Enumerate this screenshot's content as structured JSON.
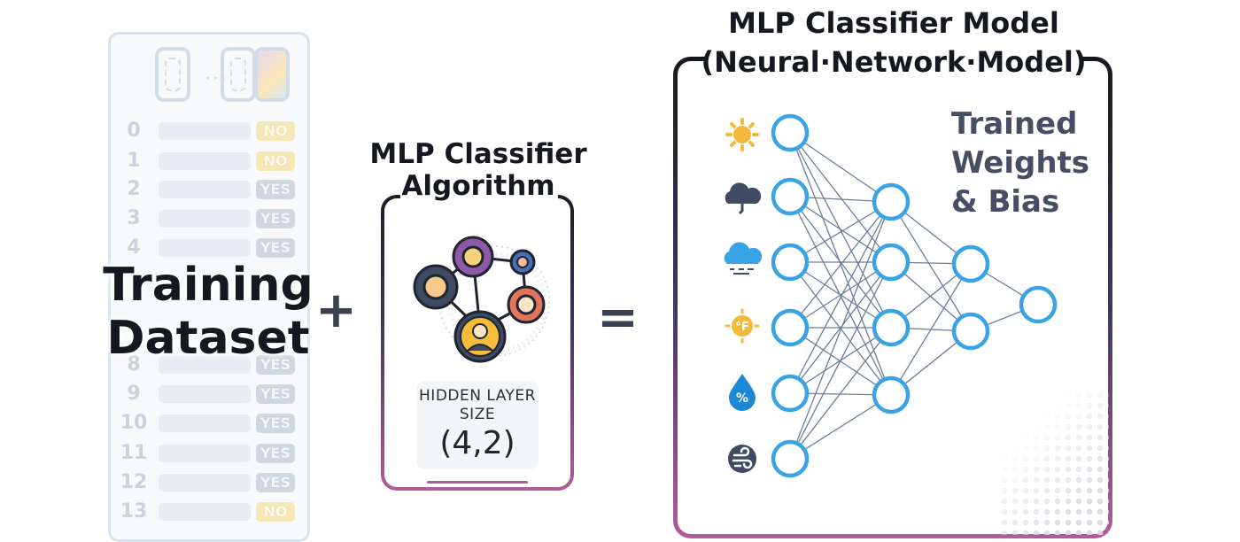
{
  "dataset": {
    "title": "Training Dataset",
    "rows": [
      {
        "index": "0",
        "label": "NO"
      },
      {
        "index": "1",
        "label": "NO"
      },
      {
        "index": "2",
        "label": "YES"
      },
      {
        "index": "3",
        "label": "YES"
      },
      {
        "index": "4",
        "label": "YES"
      },
      {
        "index": "8",
        "label": "YES"
      },
      {
        "index": "9",
        "label": "YES"
      },
      {
        "index": "10",
        "label": "YES"
      },
      {
        "index": "11",
        "label": "YES"
      },
      {
        "index": "12",
        "label": "YES"
      },
      {
        "index": "13",
        "label": "NO"
      }
    ],
    "header_ellipsis": "···"
  },
  "operators": {
    "plus": "+",
    "equals": "="
  },
  "algorithm": {
    "title_line1": "MLP Classifier",
    "title_line2": "Algorithm",
    "hidden_layer_label": "HIDDEN LAYER SIZE",
    "hidden_layer_value": "(4,2)",
    "icon": "neural-graph-person-icon"
  },
  "model": {
    "title_line1": "MLP Classifier Model",
    "title_line2": "(Neural·Network·Model)",
    "weights_label_lines": [
      "Trained",
      "Weights",
      "& Bias"
    ],
    "input_icons": [
      "sun-icon",
      "rain-cloud-icon",
      "wind-cloud-icon",
      "temperature-sun-icon",
      "humidity-drop-icon",
      "wind-icon"
    ],
    "layers": [
      6,
      4,
      2,
      1
    ],
    "colors": {
      "neuron": "#3aa3e6",
      "edge": "#6e7d9c",
      "icon": "#3f4a63",
      "sun": "#f2b93b",
      "drop": "#1d88d4"
    }
  }
}
